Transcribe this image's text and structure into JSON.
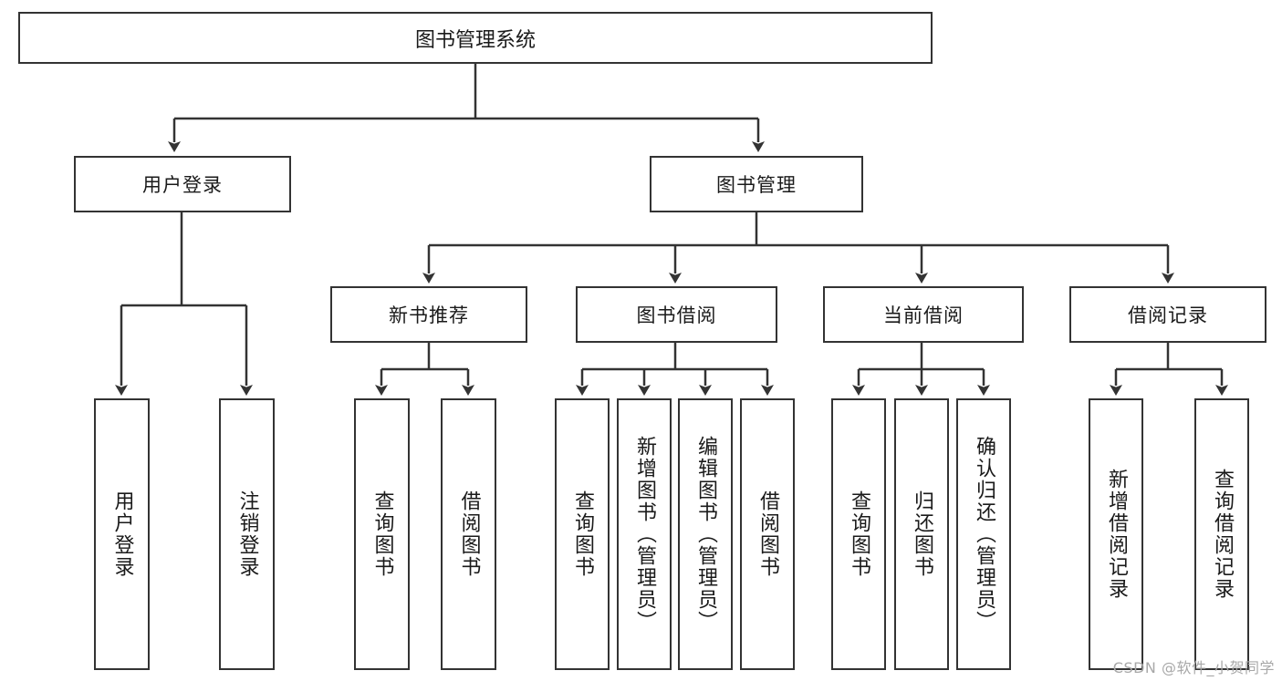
{
  "diagram": {
    "type": "tree",
    "title": "图书管理系统",
    "watermark": "CSDN @软件_小贺同学",
    "colors": {
      "stroke": "#333333",
      "fill": "#ffffff",
      "text": "#1a1a1a",
      "watermark": "#a8a8a8"
    },
    "root": {
      "label": "图书管理系统"
    },
    "level1": [
      {
        "label": "用户登录"
      },
      {
        "label": "图书管理"
      }
    ],
    "level2": [
      {
        "label": "新书推荐"
      },
      {
        "label": "图书借阅"
      },
      {
        "label": "当前借阅"
      },
      {
        "label": "借阅记录"
      }
    ],
    "leaves": {
      "user_login": [
        {
          "label": "用户登录"
        },
        {
          "label": "注销登录"
        }
      ],
      "new_book": [
        {
          "label": "查询图书"
        },
        {
          "label": "借阅图书"
        }
      ],
      "borrow": [
        {
          "label": "查询图书"
        },
        {
          "label": "新增图书（管理员）"
        },
        {
          "label": "编辑图书（管理员）"
        },
        {
          "label": "借阅图书"
        }
      ],
      "current": [
        {
          "label": "查询图书"
        },
        {
          "label": "归还图书"
        },
        {
          "label": "确认归还（管理员）"
        }
      ],
      "records": [
        {
          "label": "新增借阅记录"
        },
        {
          "label": "查询借阅记录"
        }
      ]
    }
  }
}
